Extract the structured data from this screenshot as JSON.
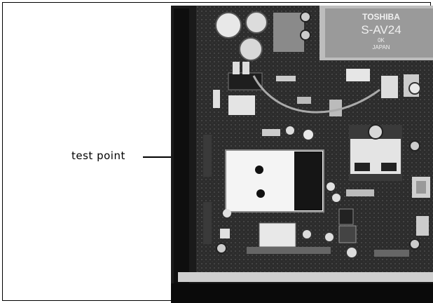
{
  "callout": {
    "label": "test point"
  },
  "module": {
    "brand": "TOSHIBA",
    "model": "S-AV24",
    "suffix": "0K",
    "origin": "JAPAN"
  },
  "colors": {
    "paper": "#ffffff",
    "ink": "#000000",
    "board": "#2a2a2a",
    "plate": "#f4f4f4"
  }
}
